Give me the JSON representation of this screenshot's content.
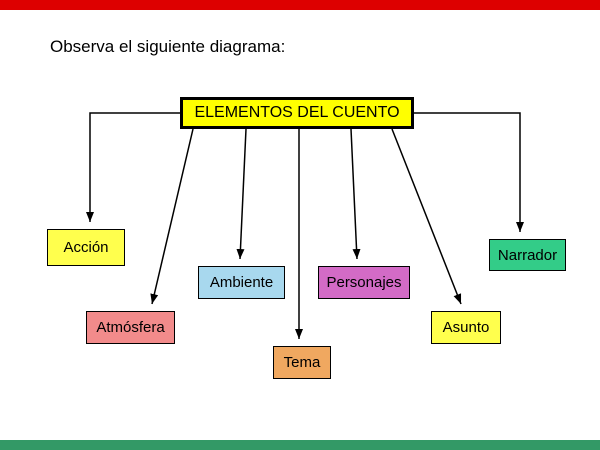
{
  "title": "Observa el siguiente diagrama:",
  "colors": {
    "top_bar": "#dd0000",
    "bottom_bar": "#339966"
  },
  "diagram": {
    "root": {
      "label": "ELEMENTOS DEL CUENTO",
      "bg": "#ffff00"
    },
    "nodes": [
      {
        "id": "accion",
        "label": "Acción",
        "bg": "#ffff4d"
      },
      {
        "id": "atmosfera",
        "label": "Atmósfera",
        "bg": "#f28b8b"
      },
      {
        "id": "ambiente",
        "label": "Ambiente",
        "bg": "#a8d8ee"
      },
      {
        "id": "tema",
        "label": "Tema",
        "bg": "#f0a860"
      },
      {
        "id": "personajes",
        "label": "Personajes",
        "bg": "#d36bc6"
      },
      {
        "id": "asunto",
        "label": "Asunto",
        "bg": "#ffff4d"
      },
      {
        "id": "narrador",
        "label": "Narrador",
        "bg": "#33cc88"
      }
    ]
  }
}
